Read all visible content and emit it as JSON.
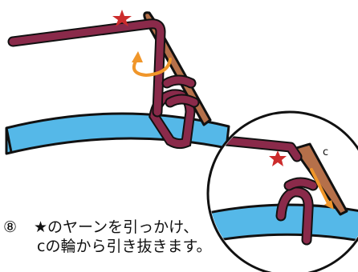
{
  "step": {
    "number": "⑧",
    "line1": "★のヤーンを引っかけ、",
    "line2": "cの輪から引き抜きます。"
  },
  "inset": {
    "loop_label": "c"
  },
  "colors": {
    "yarn": "#8a2a4a",
    "hook": "#b5704a",
    "strip": "#55b8e8",
    "arrow": "#f0962a",
    "star": "#cc2c2c",
    "outline": "#111111"
  },
  "icons": {
    "star": "star-icon",
    "rotation_arrow": "curved-arrow-icon",
    "direction_arrow": "down-arrow-icon"
  }
}
